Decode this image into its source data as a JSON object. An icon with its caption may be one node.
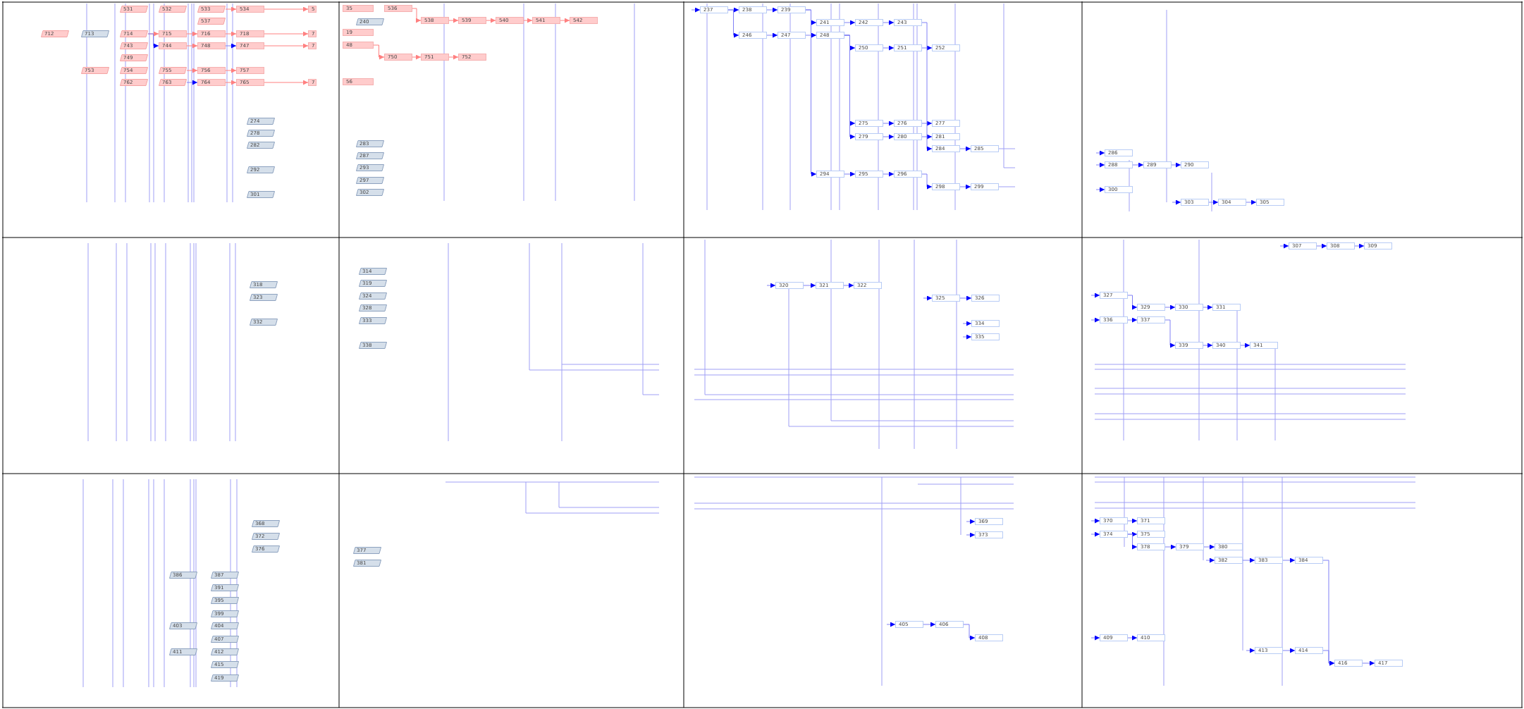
{
  "diagram": {
    "nodes": [
      {
        "text": [
          "531"
        ]
      },
      {
        "text": [
          "532"
        ]
      },
      {
        "text": [
          "533"
        ]
      },
      {
        "text": [
          "534"
        ]
      },
      {
        "text": [
          "5"
        ]
      },
      {
        "text": [
          "537"
        ]
      },
      {
        "text": [
          "712"
        ]
      },
      {
        "text": [
          "713"
        ]
      },
      {
        "text": [
          "714"
        ]
      },
      {
        "text": [
          "715"
        ]
      },
      {
        "text": [
          "716"
        ]
      },
      {
        "text": [
          "718"
        ]
      },
      {
        "text": [
          "7"
        ]
      },
      {
        "text": [
          "743"
        ]
      },
      {
        "text": [
          "744"
        ]
      },
      {
        "text": [
          "748"
        ]
      },
      {
        "text": [
          "747"
        ]
      },
      {
        "text": [
          "7"
        ]
      },
      {
        "text": [
          "749"
        ]
      },
      {
        "text": [
          "753"
        ]
      },
      {
        "text": [
          "754"
        ]
      },
      {
        "text": [
          "755"
        ]
      },
      {
        "text": [
          "756"
        ]
      },
      {
        "text": [
          "757"
        ]
      },
      {
        "text": [
          "762"
        ]
      },
      {
        "text": [
          "763"
        ]
      },
      {
        "text": [
          "764"
        ]
      },
      {
        "text": [
          "765"
        ]
      },
      {
        "text": [
          "7"
        ]
      },
      {
        "text": [
          "274"
        ]
      },
      {
        "text": [
          "278"
        ]
      },
      {
        "text": [
          "282"
        ]
      },
      {
        "text": [
          "292"
        ]
      },
      {
        "text": [
          "301"
        ]
      },
      {
        "text": [
          "35"
        ]
      },
      {
        "text": [
          "536"
        ]
      },
      {
        "text": [
          "538"
        ]
      },
      {
        "text": [
          "539"
        ]
      },
      {
        "text": [
          "540"
        ]
      },
      {
        "text": [
          "541"
        ]
      },
      {
        "text": [
          "542"
        ]
      },
      {
        "text": [
          "240"
        ]
      },
      {
        "text": [
          "19"
        ]
      },
      {
        "text": [
          "48"
        ]
      },
      {
        "text": [
          "750"
        ]
      },
      {
        "text": [
          "751"
        ]
      },
      {
        "text": [
          "752"
        ]
      },
      {
        "text": [
          "56"
        ]
      },
      {
        "text": [
          "283"
        ]
      },
      {
        "text": [
          "287"
        ]
      },
      {
        "text": [
          "293"
        ]
      },
      {
        "text": [
          "297"
        ]
      },
      {
        "text": [
          "302"
        ]
      },
      {
        "text": [
          "237"
        ]
      },
      {
        "text": [
          "238"
        ]
      },
      {
        "text": [
          "239"
        ]
      },
      {
        "text": [
          "241"
        ]
      },
      {
        "text": [
          "242"
        ]
      },
      {
        "text": [
          "243"
        ]
      },
      {
        "text": [
          "246"
        ]
      },
      {
        "text": [
          "247"
        ]
      },
      {
        "text": [
          "248"
        ]
      },
      {
        "text": [
          "250"
        ]
      },
      {
        "text": [
          "251"
        ]
      },
      {
        "text": [
          "252"
        ]
      },
      {
        "text": [
          "275"
        ]
      },
      {
        "text": [
          "276"
        ]
      },
      {
        "text": [
          "277"
        ]
      },
      {
        "text": [
          "279"
        ]
      },
      {
        "text": [
          "280"
        ]
      },
      {
        "text": [
          "281"
        ]
      },
      {
        "text": [
          "284"
        ]
      },
      {
        "text": [
          "285"
        ]
      },
      {
        "text": [
          "294"
        ]
      },
      {
        "text": [
          "295"
        ]
      },
      {
        "text": [
          "296"
        ]
      },
      {
        "text": [
          "298"
        ]
      },
      {
        "text": [
          "299"
        ]
      },
      {
        "text": [
          "286"
        ]
      },
      {
        "text": [
          "288"
        ]
      },
      {
        "text": [
          "289"
        ]
      },
      {
        "text": [
          "290"
        ]
      },
      {
        "text": [
          "300"
        ]
      },
      {
        "text": [
          "303"
        ]
      },
      {
        "text": [
          "304"
        ]
      },
      {
        "text": [
          "305"
        ]
      },
      {
        "text": [
          "318"
        ]
      },
      {
        "text": [
          "323"
        ]
      },
      {
        "text": [
          "332"
        ]
      },
      {
        "text": [
          "314"
        ]
      },
      {
        "text": [
          "319"
        ]
      },
      {
        "text": [
          "324"
        ]
      },
      {
        "text": [
          "328"
        ]
      },
      {
        "text": [
          "333"
        ]
      },
      {
        "text": [
          "338"
        ]
      },
      {
        "text": [
          "320"
        ]
      },
      {
        "text": [
          "321"
        ]
      },
      {
        "text": [
          "322"
        ]
      },
      {
        "text": [
          "325"
        ]
      },
      {
        "text": [
          "326"
        ]
      },
      {
        "text": [
          "334"
        ]
      },
      {
        "text": [
          "335"
        ]
      },
      {
        "text": [
          "307"
        ]
      },
      {
        "text": [
          "308"
        ]
      },
      {
        "text": [
          "309"
        ]
      },
      {
        "text": [
          "327"
        ]
      },
      {
        "text": [
          "329"
        ]
      },
      {
        "text": [
          "330"
        ]
      },
      {
        "text": [
          "331"
        ]
      },
      {
        "text": [
          "336"
        ]
      },
      {
        "text": [
          "337"
        ]
      },
      {
        "text": [
          "339"
        ]
      },
      {
        "text": [
          "340"
        ]
      },
      {
        "text": [
          "341"
        ]
      },
      {
        "text": [
          "368"
        ]
      },
      {
        "text": [
          "372"
        ]
      },
      {
        "text": [
          "376"
        ]
      },
      {
        "text": [
          "386"
        ]
      },
      {
        "text": [
          "387"
        ]
      },
      {
        "text": [
          "391"
        ]
      },
      {
        "text": [
          "395"
        ]
      },
      {
        "text": [
          "399"
        ]
      },
      {
        "text": [
          "403"
        ]
      },
      {
        "text": [
          "404"
        ]
      },
      {
        "text": [
          "407"
        ]
      },
      {
        "text": [
          "411"
        ]
      },
      {
        "text": [
          "412"
        ]
      },
      {
        "text": [
          "415"
        ]
      },
      {
        "text": [
          "419"
        ]
      },
      {
        "text": [
          "377"
        ]
      },
      {
        "text": [
          "381"
        ]
      },
      {
        "text": [
          "369"
        ]
      },
      {
        "text": [
          "373"
        ]
      },
      {
        "text": [
          "405"
        ]
      },
      {
        "text": [
          "406"
        ]
      },
      {
        "text": [
          "408"
        ]
      },
      {
        "text": [
          "370"
        ]
      },
      {
        "text": [
          "371"
        ]
      },
      {
        "text": [
          "374"
        ]
      },
      {
        "text": [
          "375"
        ]
      },
      {
        "text": [
          "378"
        ]
      },
      {
        "text": [
          "379"
        ]
      },
      {
        "text": [
          "380"
        ]
      },
      {
        "text": [
          "382"
        ]
      },
      {
        "text": [
          "383"
        ]
      },
      {
        "text": [
          "384"
        ]
      },
      {
        "text": [
          "409"
        ]
      },
      {
        "text": [
          "410"
        ]
      },
      {
        "text": [
          "413"
        ]
      },
      {
        "text": [
          "414"
        ]
      },
      {
        "text": [
          "416"
        ]
      },
      {
        "text": [
          "417"
        ]
      }
    ],
    "edges": [
      {
        "from": 2,
        "to": 3,
        "arrow": "to",
        "color": "#ff8080"
      },
      {
        "from": 3,
        "to": 4,
        "arrow": "to",
        "color": "#ff8080"
      },
      {
        "from": 8,
        "to": 9,
        "arrow": "to",
        "color": "#ff8080"
      },
      {
        "from": 9,
        "to": 10,
        "arrow": "to",
        "color": "#ff8080"
      },
      {
        "from": 10,
        "to": 11,
        "arrow": "to",
        "color": "#ff8080"
      },
      {
        "from": 11,
        "to": 12,
        "arrow": "to",
        "color": "#ff8080"
      },
      {
        "from": 8,
        "to": 14,
        "arrow": "to"
      },
      {
        "from": 14,
        "to": 15,
        "arrow": "to",
        "color": "#ff8080"
      },
      {
        "from": 15,
        "to": 16,
        "arrow": "to"
      },
      {
        "from": 16,
        "to": 17,
        "arrow": "to",
        "color": "#ff8080"
      },
      {
        "from": 21,
        "to": 22,
        "arrow": "to",
        "color": "#ff8080"
      },
      {
        "from": 22,
        "to": 23,
        "arrow": "to",
        "color": "#ff8080"
      },
      {
        "from": 25,
        "to": 26,
        "arrow": "to"
      },
      {
        "from": 26,
        "to": 27,
        "arrow": "to",
        "color": "#ff8080"
      },
      {
        "from": 27,
        "to": 28,
        "arrow": "to",
        "color": "#ff8080"
      },
      {
        "from": 35,
        "to": 36,
        "arrow": "to",
        "color": "#ff8080"
      },
      {
        "from": 36,
        "to": 37,
        "arrow": "to",
        "color": "#ff8080"
      },
      {
        "from": 37,
        "to": 38,
        "arrow": "to",
        "color": "#ff8080"
      },
      {
        "from": 38,
        "to": 39,
        "arrow": "to",
        "color": "#ff8080"
      },
      {
        "from": 39,
        "to": 40,
        "arrow": "to",
        "color": "#ff8080"
      },
      {
        "from": 43,
        "to": 44,
        "arrow": "to",
        "color": "#ff8080"
      },
      {
        "from": 44,
        "to": 45,
        "arrow": "to",
        "color": "#ff8080"
      },
      {
        "from": 45,
        "to": 46,
        "arrow": "to",
        "color": "#ff8080"
      },
      {
        "from": null,
        "to": 53,
        "arrow": "to"
      },
      {
        "from": 53,
        "to": 54,
        "arrow": "to"
      },
      {
        "from": 54,
        "to": 55,
        "arrow": "to"
      },
      {
        "from": 55,
        "to": 56,
        "arrow": "to"
      },
      {
        "from": 56,
        "to": 57,
        "arrow": "to"
      },
      {
        "from": 57,
        "to": 58,
        "arrow": "to"
      },
      {
        "from": 53,
        "to": 59,
        "arrow": "to"
      },
      {
        "from": 59,
        "to": 60,
        "arrow": "to"
      },
      {
        "from": 60,
        "to": 61,
        "arrow": "to"
      },
      {
        "from": 61,
        "to": 62,
        "arrow": "to"
      },
      {
        "from": 62,
        "to": 63,
        "arrow": "to"
      },
      {
        "from": 63,
        "to": 64,
        "arrow": "to"
      },
      {
        "from": 61,
        "to": 65,
        "arrow": "to"
      },
      {
        "from": 65,
        "to": 66,
        "arrow": "to"
      },
      {
        "from": 66,
        "to": 67,
        "arrow": "to"
      },
      {
        "from": 61,
        "to": 68,
        "arrow": "to"
      },
      {
        "from": 68,
        "to": 69,
        "arrow": "to"
      },
      {
        "from": 69,
        "to": 70,
        "arrow": "to"
      },
      {
        "from": 58,
        "to": 71,
        "arrow": "to"
      },
      {
        "from": 71,
        "to": 72,
        "arrow": "to"
      },
      {
        "from": 55,
        "to": 73,
        "arrow": "to"
      },
      {
        "from": 73,
        "to": 74,
        "arrow": "to"
      },
      {
        "from": 74,
        "to": 75,
        "arrow": "to"
      },
      {
        "from": 75,
        "to": 76,
        "arrow": "to"
      },
      {
        "from": 76,
        "to": 77,
        "arrow": "to"
      },
      {
        "from": null,
        "to": 78,
        "arrow": "to"
      },
      {
        "from": null,
        "to": 79,
        "arrow": "to"
      },
      {
        "from": 79,
        "to": 80,
        "arrow": "to"
      },
      {
        "from": 80,
        "to": 81,
        "arrow": "to"
      },
      {
        "from": null,
        "to": 82,
        "arrow": "to"
      },
      {
        "from": null,
        "to": 83,
        "arrow": "to"
      },
      {
        "from": 83,
        "to": 84,
        "arrow": "to"
      },
      {
        "from": 84,
        "to": 85,
        "arrow": "to"
      },
      {
        "from": null,
        "to": 95,
        "arrow": "to"
      },
      {
        "from": 95,
        "to": 96,
        "arrow": "to"
      },
      {
        "from": 96,
        "to": 97,
        "arrow": "to"
      },
      {
        "from": null,
        "to": 98,
        "arrow": "to"
      },
      {
        "from": 98,
        "to": 99,
        "arrow": "to"
      },
      {
        "from": null,
        "to": 100,
        "arrow": "to"
      },
      {
        "from": null,
        "to": 101,
        "arrow": "to"
      },
      {
        "from": null,
        "to": 102,
        "arrow": "to"
      },
      {
        "from": 102,
        "to": 103,
        "arrow": "to"
      },
      {
        "from": 103,
        "to": 104,
        "arrow": "to"
      },
      {
        "from": null,
        "to": 105,
        "arrow": "to"
      },
      {
        "from": 105,
        "to": 106,
        "arrow": "to"
      },
      {
        "from": 106,
        "to": 107,
        "arrow": "to"
      },
      {
        "from": 107,
        "to": 108,
        "arrow": "to"
      },
      {
        "from": null,
        "to": 109,
        "arrow": "to"
      },
      {
        "from": 109,
        "to": 110,
        "arrow": "to"
      },
      {
        "from": 110,
        "to": 111,
        "arrow": "to"
      },
      {
        "from": 111,
        "to": 112,
        "arrow": "to"
      },
      {
        "from": 112,
        "to": 113,
        "arrow": "to"
      },
      {
        "from": null,
        "to": 131,
        "arrow": "to"
      },
      {
        "from": null,
        "to": 132,
        "arrow": "to"
      },
      {
        "from": null,
        "to": 133,
        "arrow": "to"
      },
      {
        "from": 133,
        "to": 134,
        "arrow": "to"
      },
      {
        "from": 134,
        "to": 135,
        "arrow": "to"
      },
      {
        "from": null,
        "to": 136,
        "arrow": "to"
      },
      {
        "from": 136,
        "to": 137,
        "arrow": "to"
      },
      {
        "from": null,
        "to": 138,
        "arrow": "to"
      },
      {
        "from": 138,
        "to": 139,
        "arrow": "to"
      },
      {
        "from": 138,
        "to": 140,
        "arrow": "to"
      },
      {
        "from": 140,
        "to": 141,
        "arrow": "to"
      },
      {
        "from": 141,
        "to": 142,
        "arrow": "to"
      },
      {
        "from": null,
        "to": 143,
        "arrow": "to"
      },
      {
        "from": 143,
        "to": 144,
        "arrow": "to"
      },
      {
        "from": 144,
        "to": 145,
        "arrow": "to"
      },
      {
        "from": null,
        "to": 146,
        "arrow": "to"
      },
      {
        "from": 146,
        "to": 147,
        "arrow": "to"
      },
      {
        "from": null,
        "to": 148,
        "arrow": "to"
      },
      {
        "from": 148,
        "to": 149,
        "arrow": "to"
      },
      {
        "from": 149,
        "to": 150,
        "arrow": "to"
      },
      {
        "from": 150,
        "to": 151,
        "arrow": "to"
      },
      {
        "from": 145,
        "to": 150,
        "arrow": "to"
      }
    ]
  }
}
